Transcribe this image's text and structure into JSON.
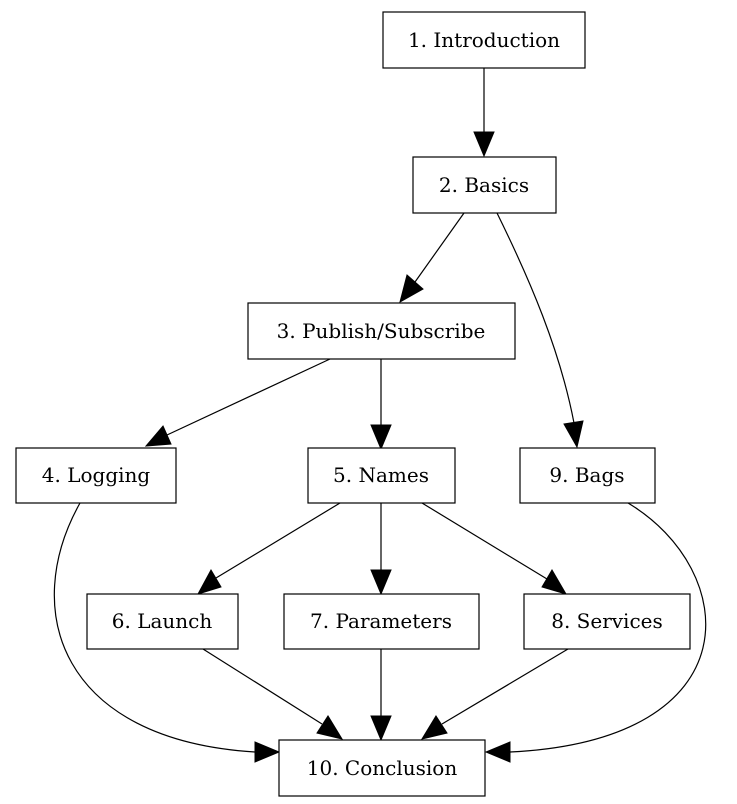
{
  "diagram": {
    "nodes": [
      {
        "id": "n1",
        "label": "1. Introduction"
      },
      {
        "id": "n2",
        "label": "2. Basics"
      },
      {
        "id": "n3",
        "label": "3. Publish/Subscribe"
      },
      {
        "id": "n4",
        "label": "4. Logging"
      },
      {
        "id": "n5",
        "label": "5. Names"
      },
      {
        "id": "n9",
        "label": "9. Bags"
      },
      {
        "id": "n6",
        "label": "6. Launch"
      },
      {
        "id": "n7",
        "label": "7. Parameters"
      },
      {
        "id": "n8",
        "label": "8. Services"
      },
      {
        "id": "n10",
        "label": "10. Conclusion"
      }
    ],
    "edges": [
      {
        "from": "n1",
        "to": "n2"
      },
      {
        "from": "n2",
        "to": "n3"
      },
      {
        "from": "n2",
        "to": "n9"
      },
      {
        "from": "n3",
        "to": "n4"
      },
      {
        "from": "n3",
        "to": "n5"
      },
      {
        "from": "n5",
        "to": "n6"
      },
      {
        "from": "n5",
        "to": "n7"
      },
      {
        "from": "n5",
        "to": "n8"
      },
      {
        "from": "n4",
        "to": "n10"
      },
      {
        "from": "n6",
        "to": "n10"
      },
      {
        "from": "n7",
        "to": "n10"
      },
      {
        "from": "n8",
        "to": "n10"
      },
      {
        "from": "n9",
        "to": "n10"
      }
    ]
  }
}
